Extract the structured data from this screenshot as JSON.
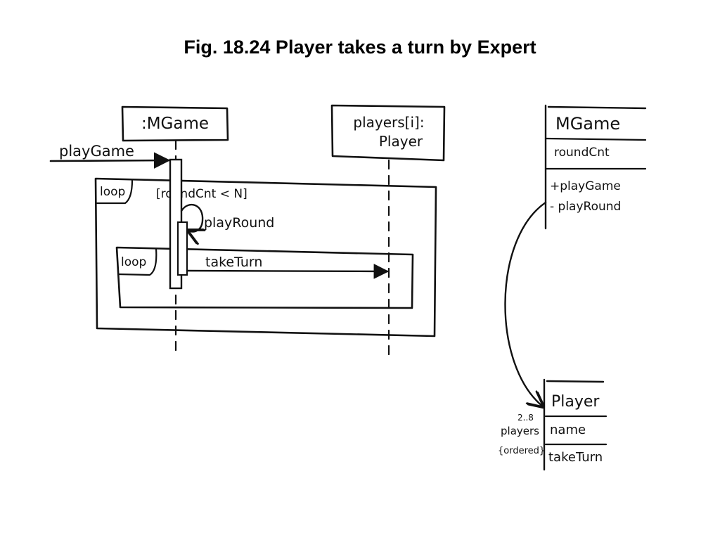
{
  "title": "Fig. 18.24 Player takes a turn by Expert",
  "sequence": {
    "lifelines": [
      {
        "label": ":MGame"
      },
      {
        "label_line1": "players[i]:",
        "label_line2": "Player"
      }
    ],
    "messages": {
      "play_game": "playGame",
      "play_round": "playRound",
      "take_turn": "takeTurn"
    },
    "fragments": {
      "outer_loop_tag": "loop",
      "outer_guard": "[roundCnt < N]",
      "inner_loop_tag": "loop"
    }
  },
  "class_diagram": {
    "mgame": {
      "name": "MGame",
      "attributes": [
        "roundCnt"
      ],
      "operations": [
        "+playGame",
        "- playRound"
      ]
    },
    "player": {
      "name": "Player",
      "attributes": [
        "name"
      ],
      "operations": [
        "takeTurn"
      ]
    },
    "association": {
      "multiplicity": "2..8",
      "role": "players",
      "constraint": "{ordered}"
    }
  }
}
